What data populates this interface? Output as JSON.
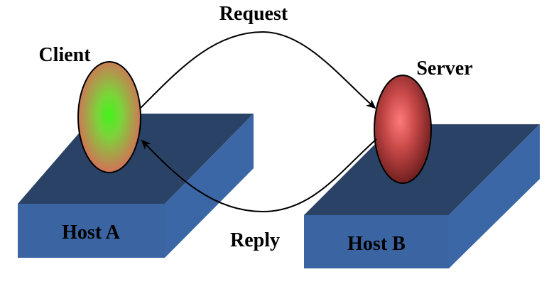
{
  "labels": {
    "request": "Request",
    "reply": "Reply",
    "client": "Client",
    "server": "Server",
    "host_a": "Host A",
    "host_b": "Host B"
  },
  "colors": {
    "box_top": "#2a4266",
    "box_front": "#3a64a2",
    "box_side": "#3b67a6",
    "client_center": "#44f21c",
    "client_edge": "#d9695a",
    "server_center": "#ff7b7b",
    "server_edge": "#6b1d1d",
    "arrow": "#000000"
  }
}
